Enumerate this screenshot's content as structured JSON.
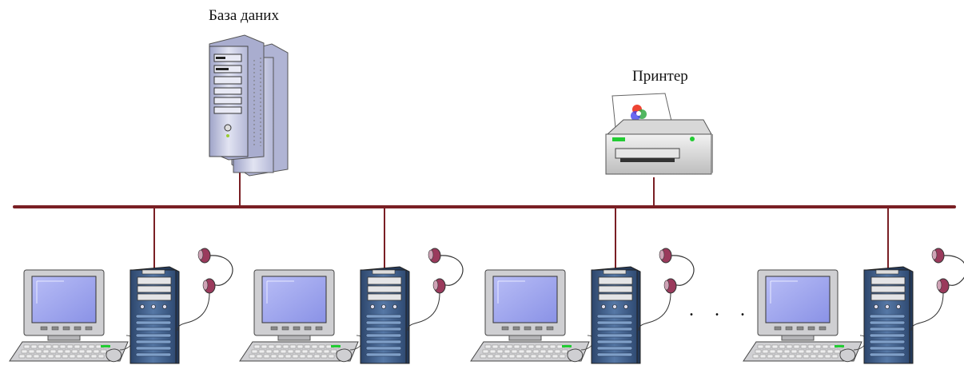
{
  "labels": {
    "database": "База даних",
    "printer": "Принтер",
    "ellipsis": ". . ."
  },
  "colors": {
    "bus": "#7a1f24",
    "monitor_frame": "#cfcfd2",
    "monitor_screen": "#9fa6ee",
    "tower_body": "#3f5e86",
    "server_body": "#c9cce0",
    "headphones": "#9a3a5c"
  },
  "workstations": [
    {
      "id": "ws-1"
    },
    {
      "id": "ws-2"
    },
    {
      "id": "ws-3"
    },
    {
      "id": "ws-4"
    }
  ]
}
